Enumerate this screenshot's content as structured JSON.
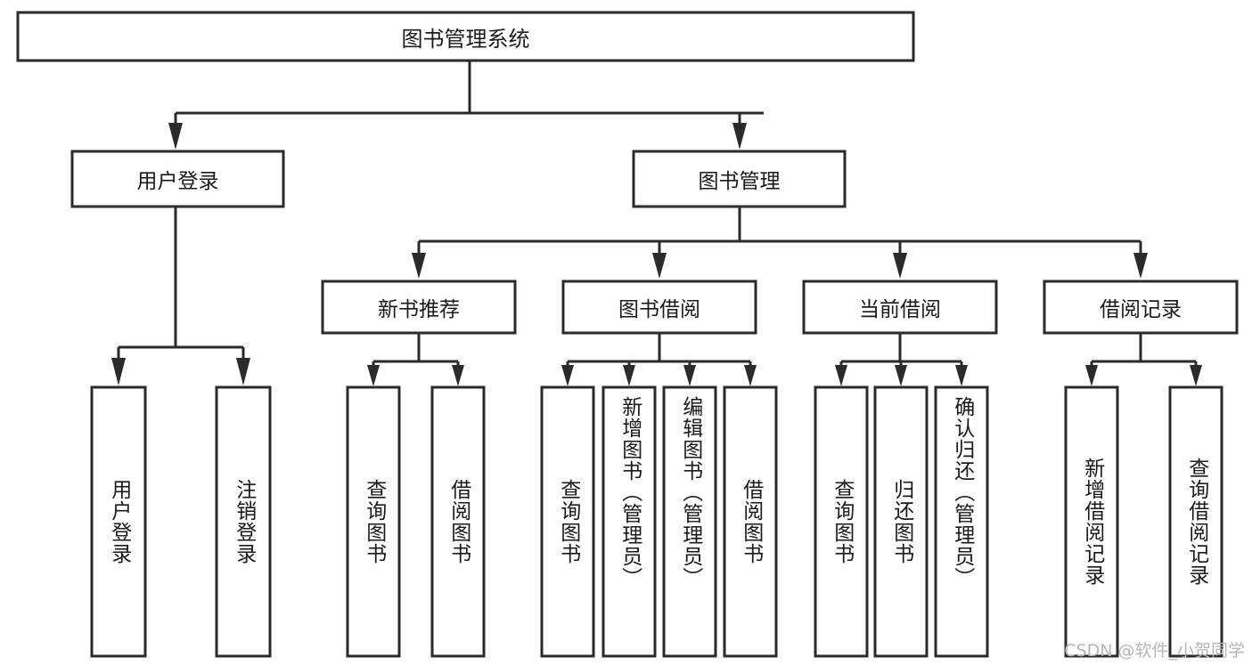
{
  "diagram": {
    "title": "图书管理系统",
    "type": "hierarchy-tree",
    "watermark": "CSDN @软件_小贺同学",
    "colors": {
      "box_stroke": "#2b2b2b",
      "box_fill": "#ffffff",
      "text": "#1a1a1a",
      "connector": "#2b2b2b",
      "watermark": "#b6b6b6",
      "background": "#ffffff"
    },
    "levels": {
      "root": {
        "label": "图书管理系统"
      },
      "level2": [
        {
          "id": "user-login",
          "label": "用户登录"
        },
        {
          "id": "book-manage",
          "label": "图书管理"
        }
      ],
      "level3": [
        {
          "id": "new-book-rec",
          "label": "新书推荐",
          "parent": "book-manage"
        },
        {
          "id": "book-borrow",
          "label": "图书借阅",
          "parent": "book-manage"
        },
        {
          "id": "current-borrow",
          "label": "当前借阅",
          "parent": "book-manage"
        },
        {
          "id": "borrow-record",
          "label": "借阅记录",
          "parent": "book-manage"
        }
      ],
      "leaves": {
        "user-login": [
          {
            "id": "leaf-user-login",
            "label": "用户登录"
          },
          {
            "id": "leaf-logout",
            "label": "注销登录"
          }
        ],
        "new-book-rec": [
          {
            "id": "leaf-query-book-1",
            "label": "查询图书"
          },
          {
            "id": "leaf-borrow-book-1",
            "label": "借阅图书"
          }
        ],
        "book-borrow": [
          {
            "id": "leaf-query-book-2",
            "label": "查询图书"
          },
          {
            "id": "leaf-add-book",
            "label": "新增图书（管理员）"
          },
          {
            "id": "leaf-edit-book",
            "label": "编辑图书（管理员）"
          },
          {
            "id": "leaf-borrow-book-2",
            "label": "借阅图书"
          }
        ],
        "current-borrow": [
          {
            "id": "leaf-query-book-3",
            "label": "查询图书"
          },
          {
            "id": "leaf-return-book",
            "label": "归还图书"
          },
          {
            "id": "leaf-confirm-return",
            "label": "确认归还（管理员）"
          }
        ],
        "borrow-record": [
          {
            "id": "leaf-add-record",
            "label": "新增借阅记录"
          },
          {
            "id": "leaf-query-record",
            "label": "查询借阅记录"
          }
        ]
      }
    }
  }
}
